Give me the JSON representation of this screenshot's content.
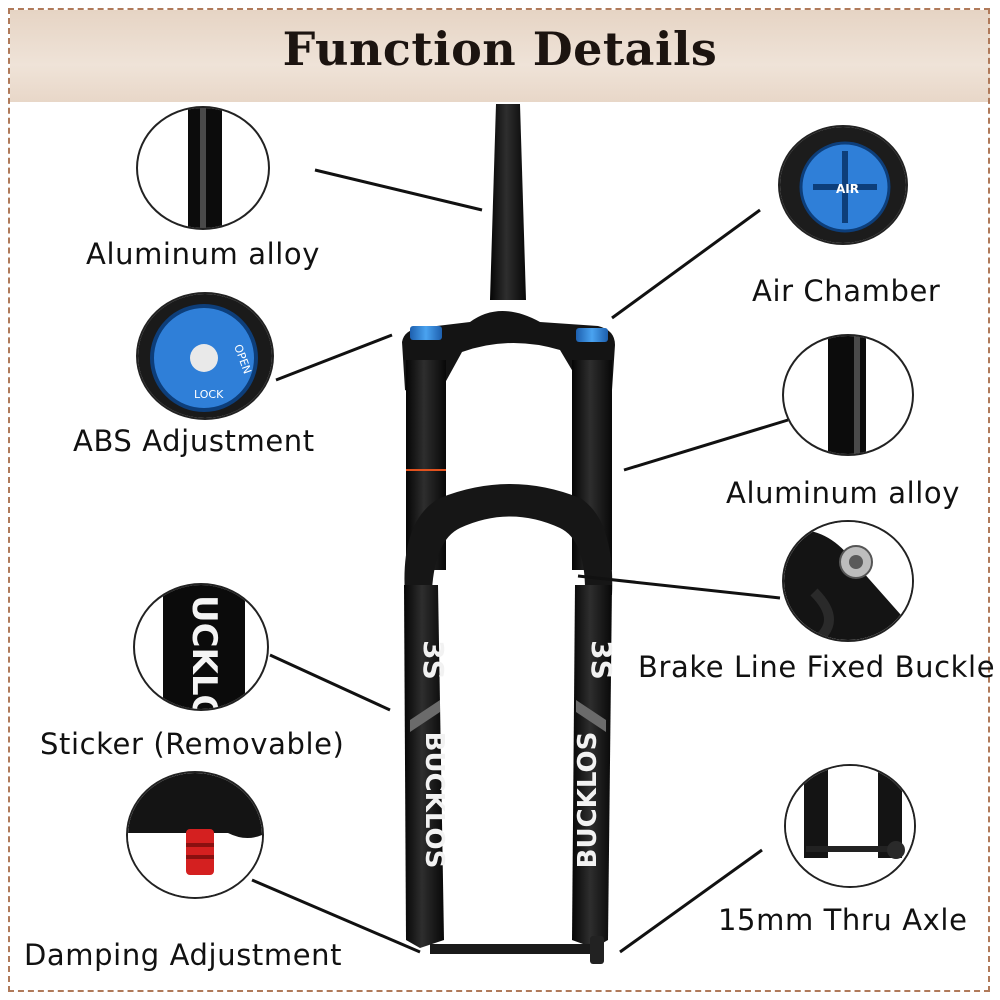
{
  "header": {
    "title": "Function Details"
  },
  "callouts": [
    {
      "id": "aluminum-alloy-left",
      "label": "Aluminum alloy"
    },
    {
      "id": "abs-adjustment",
      "label": "ABS Adjustment"
    },
    {
      "id": "sticker",
      "label": "Sticker (Removable)"
    },
    {
      "id": "damping-adjustment",
      "label": "Damping Adjustment"
    },
    {
      "id": "air-chamber",
      "label": "Air Chamber"
    },
    {
      "id": "aluminum-alloy-right",
      "label": "Aluminum alloy"
    },
    {
      "id": "brake-line-buckle",
      "label": "Brake Line Fixed Buckle"
    },
    {
      "id": "thru-axle",
      "label": "15mm Thru Axle"
    }
  ],
  "markings": {
    "abs_open": "OPEN",
    "abs_lock": "LOCK",
    "air_cap": "AIR",
    "brand": "BUCKLOS",
    "model": "3S",
    "stanchion_logo": "UCKLO’"
  },
  "colors": {
    "accent_blue": "#2f7fd8",
    "fork_black": "#141414",
    "header_bg": "#e9dacb",
    "frame_border": "#b07a5a",
    "damping_knob": "#d42020"
  }
}
